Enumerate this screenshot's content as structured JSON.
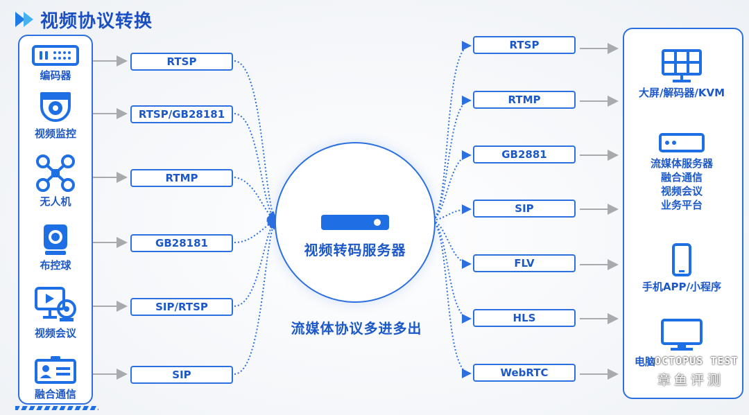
{
  "header": {
    "title": "视频协议转换"
  },
  "sources": [
    {
      "label": "编码器",
      "icon": "encoder-icon"
    },
    {
      "label": "视频监控",
      "icon": "dome-camera-icon"
    },
    {
      "label": "无人机",
      "icon": "drone-icon"
    },
    {
      "label": "布控球",
      "icon": "ptz-camera-icon"
    },
    {
      "label": "视频会议",
      "icon": "video-conference-icon"
    },
    {
      "label": "融合通信",
      "icon": "id-card-icon"
    }
  ],
  "input_protocols": [
    "RTSP",
    "RTSP/GB28181",
    "RTMP",
    "GB28181",
    "SIP/RTSP",
    "SIP"
  ],
  "center": {
    "label": "视频转码服务器",
    "icon": "server-icon"
  },
  "slogan": "流媒体协议多进多出",
  "output_protocols": [
    "RTSP",
    "RTMP",
    "GB2881",
    "SIP",
    "FLV",
    "HLS",
    "WebRTC"
  ],
  "targets": [
    {
      "label": "大屏/解码器/KVM",
      "icon": "video-wall-icon"
    },
    {
      "lines": [
        "流媒体服务器",
        "融合通信",
        "视频会议",
        "业务平台"
      ],
      "icon": "rack-server-icon"
    },
    {
      "label": "手机APP/小程序",
      "icon": "smartphone-icon"
    },
    {
      "label": "电脑",
      "icon": "monitor-icon"
    }
  ],
  "watermark": {
    "line1": "OCTOPUS TEST",
    "line2": "章鱼评测"
  },
  "colors": {
    "primary": "#1f6fe4",
    "text": "#1c58c8",
    "arrow": "#a9aaad",
    "dots": "#2c6fe0"
  }
}
